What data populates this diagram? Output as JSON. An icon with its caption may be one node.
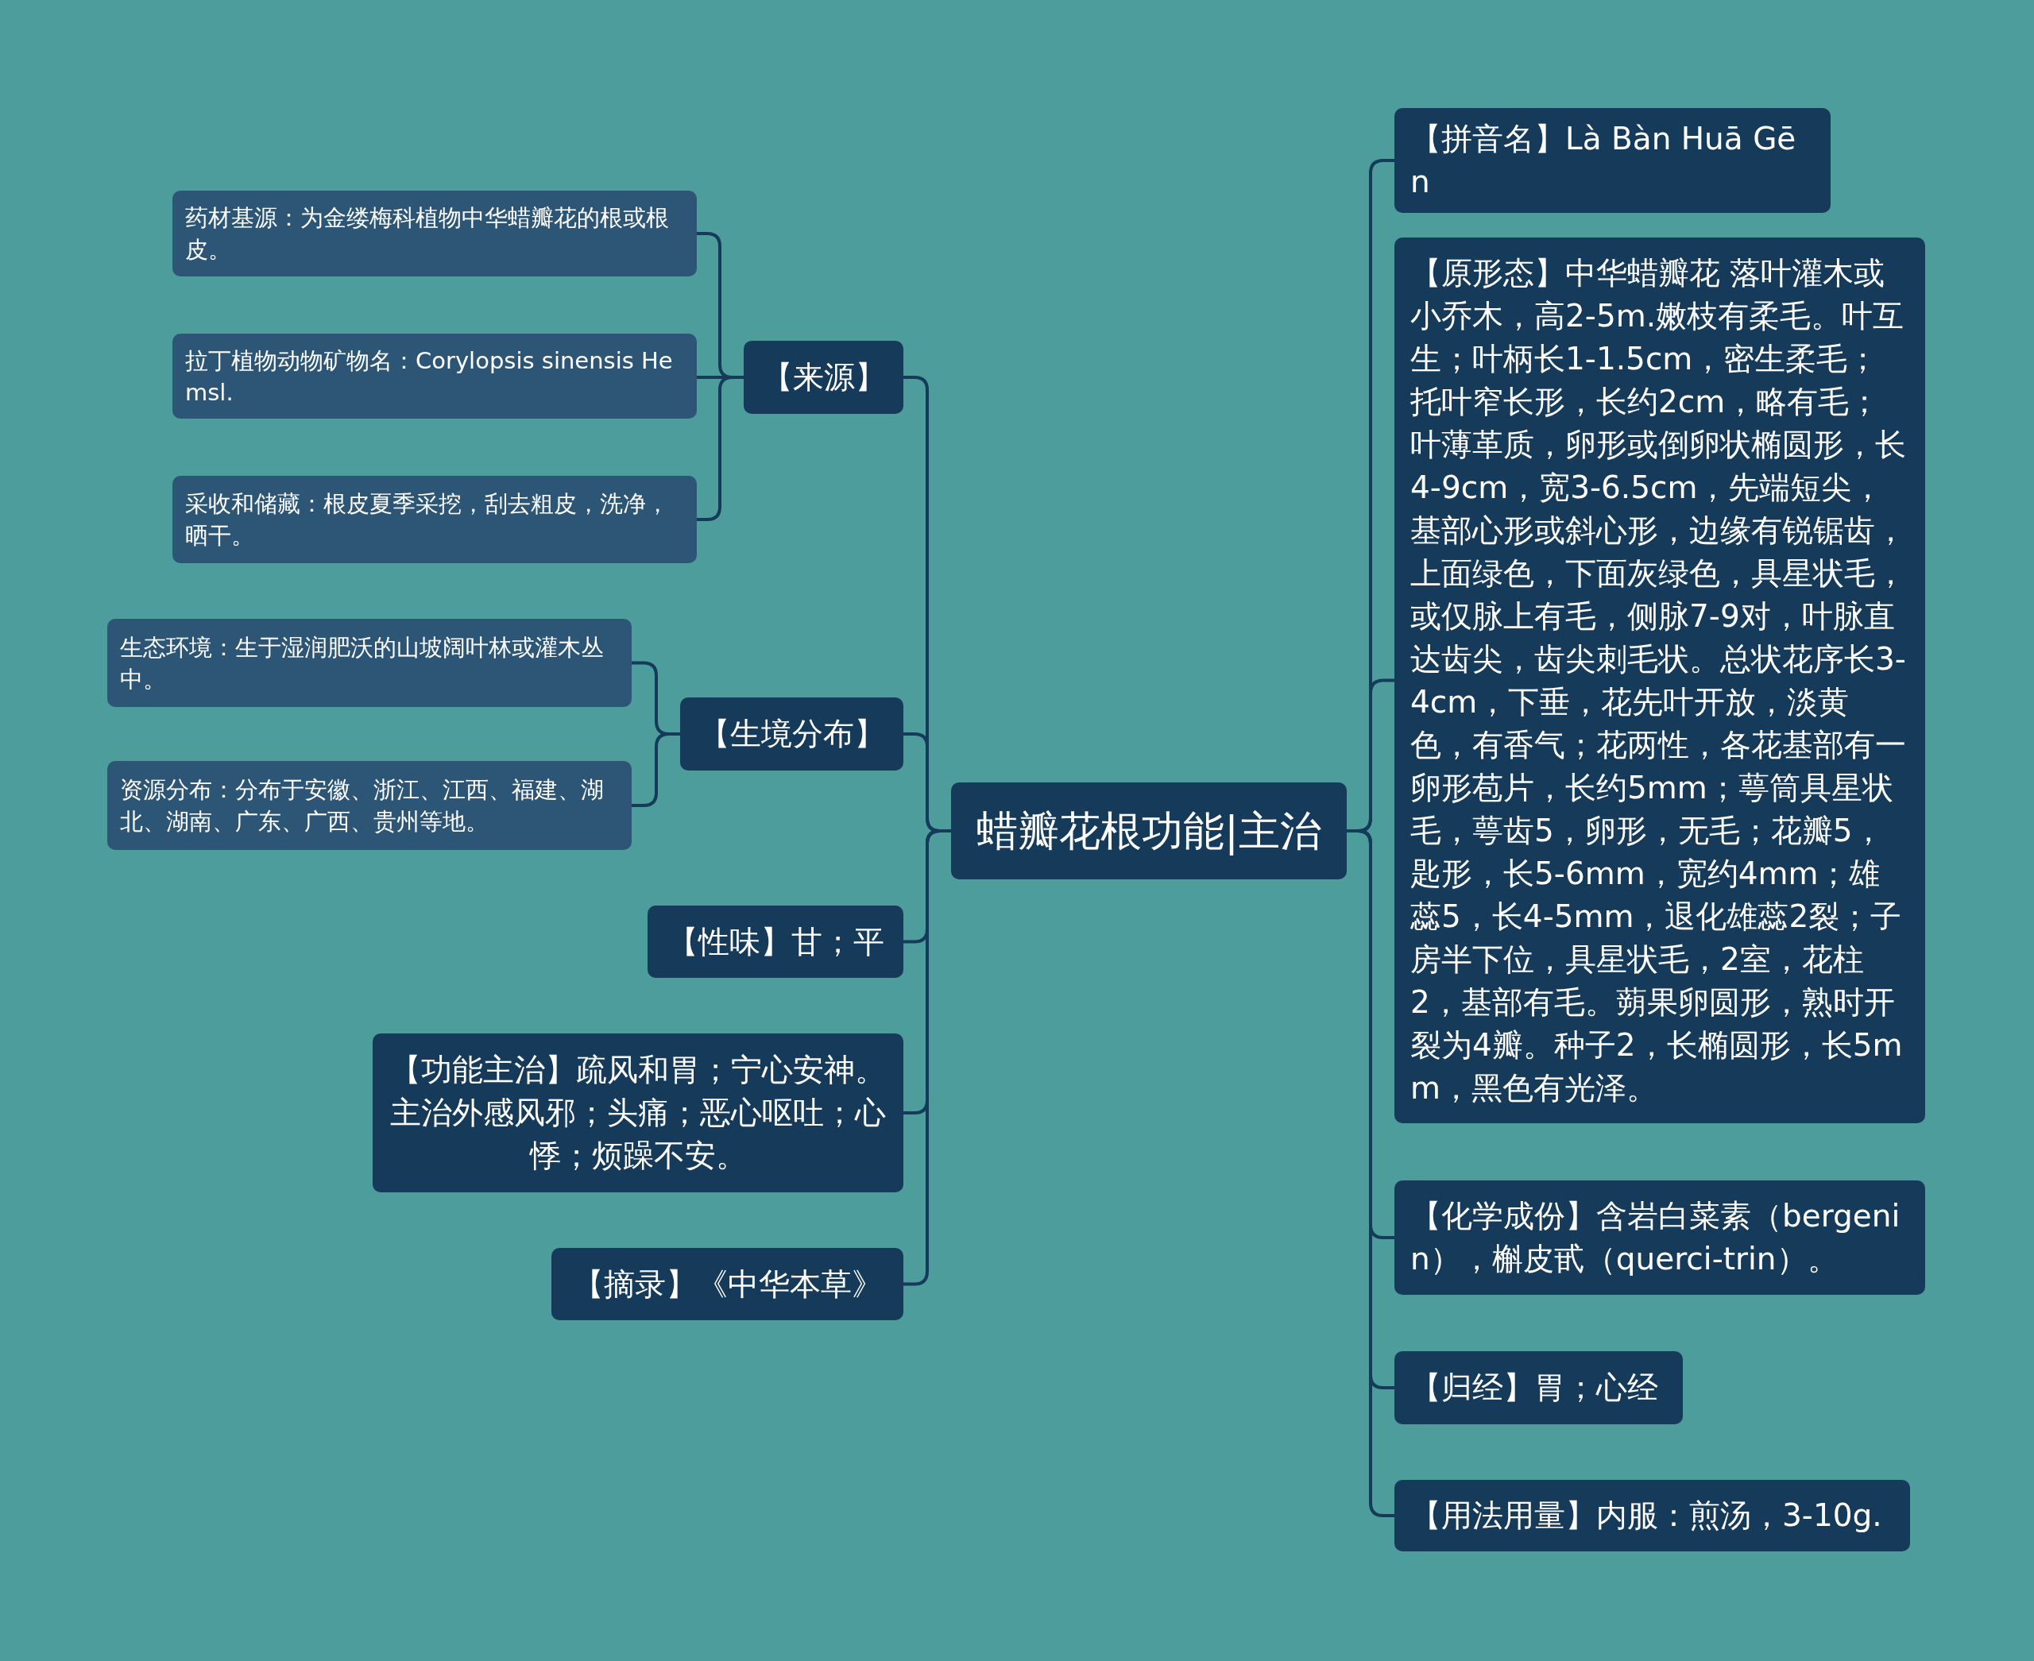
{
  "diagram": {
    "nodes": [
      {
        "text": [
          "蜡瓣花根功能|主治"
        ]
      },
      {
        "text": [
          "【来源】"
        ]
      },
      {
        "text": [
          "药材基源：为金缕梅科植物中华蜡瓣花的根或根皮。"
        ]
      },
      {
        "text": [
          "拉丁植物动物矿物名：Corylopsis sinensis Hemsl."
        ]
      },
      {
        "text": [
          "采收和储藏：根皮夏季采挖，刮去粗皮，洗净，晒干。"
        ]
      },
      {
        "text": [
          "【生境分布】"
        ]
      },
      {
        "text": [
          "生态环境：生于湿润肥沃的山坡阔叶林或灌木丛中。"
        ]
      },
      {
        "text": [
          "资源分布：分布于安徽、浙江、江西、福建、湖北、湖南、广东、广西、贵州等地。"
        ]
      },
      {
        "text": [
          "【性味】甘；平"
        ]
      },
      {
        "text": [
          "【功能主治】疏风和胃；宁心安神。主治外感风邪；头痛；恶心呕吐；心悸；烦躁不安。"
        ]
      },
      {
        "text": [
          "【摘录】《中华本草》"
        ]
      },
      {
        "text": [
          "【拼音名】Là Bàn Huā Gēn"
        ]
      },
      {
        "text": [
          "【原形态】中华蜡瓣花 落叶灌木或小乔木，高2-5m.嫩枝有柔毛。叶互生；叶柄长1-1.5cm，密生柔毛；托叶窄长形，长约2cm，略有毛；叶薄革质，卵形或倒卵状椭圆形，长4-9cm，宽3-6.5cm，先端短尖，基部心形或斜心形，边缘有锐锯齿，上面绿色，下面灰绿色，具星状毛，或仅脉上有毛，侧脉7-9对，叶脉直达齿尖，齿尖刺毛状。总状花序长3-4cm，下垂，花先叶开放，淡黄色，有香气；花两性，各花基部有一卵形苞片，长约5mm；萼筒具星状毛，萼齿5，卵形，无毛；花瓣5，匙形，长5-6mm，宽约4mm；雄蕊5，长4-5mm，退化雄蕊2裂；子房半下位，具星状毛，2室，花柱2，基部有毛。蒴果卵圆形，熟时开裂为4瓣。种子2，长椭圆形，长5mm，黑色有光泽。"
        ]
      },
      {
        "text": [
          "【化学成份】含岩白菜素（bergenin），槲皮甙（querci-trin）。"
        ]
      },
      {
        "text": [
          "【归经】胃；心经"
        ]
      },
      {
        "text": [
          "【用法用量】内服：煎汤，3-10g."
        ]
      }
    ],
    "edges": [
      {
        "from": 0,
        "to": 1,
        "arrow": "none"
      },
      {
        "from": 1,
        "to": 2,
        "arrow": "none"
      },
      {
        "from": 1,
        "to": 3,
        "arrow": "none"
      },
      {
        "from": 1,
        "to": 4,
        "arrow": "none"
      },
      {
        "from": 0,
        "to": 5,
        "arrow": "none"
      },
      {
        "from": 5,
        "to": 6,
        "arrow": "none"
      },
      {
        "from": 5,
        "to": 7,
        "arrow": "none"
      },
      {
        "from": 0,
        "to": 8,
        "arrow": "none"
      },
      {
        "from": 0,
        "to": 9,
        "arrow": "none"
      },
      {
        "from": 0,
        "to": 10,
        "arrow": "none"
      },
      {
        "from": 0,
        "to": 11,
        "arrow": "none"
      },
      {
        "from": 0,
        "to": 12,
        "arrow": "none"
      },
      {
        "from": 0,
        "to": 13,
        "arrow": "none"
      },
      {
        "from": 0,
        "to": 14,
        "arrow": "none"
      },
      {
        "from": 0,
        "to": 15,
        "arrow": "none"
      }
    ]
  }
}
